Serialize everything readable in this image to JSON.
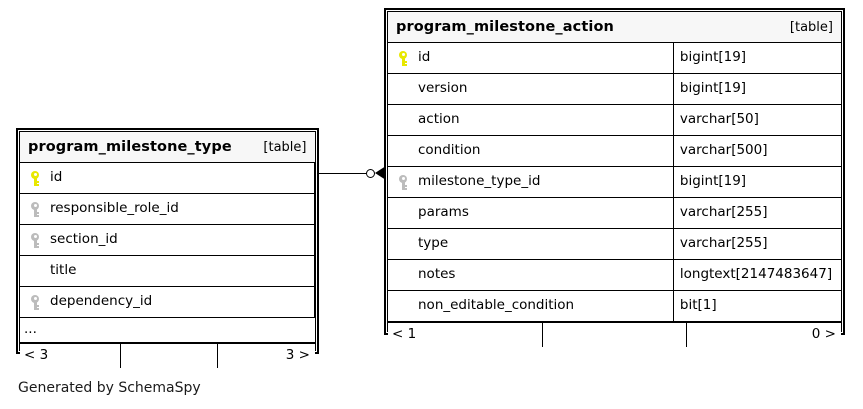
{
  "diagram": {
    "caption": "Generated by SchemaSpy",
    "background_color": "#ffffff",
    "border_color": "#000000",
    "header_background": "#f7f7f7",
    "primary_key_icon_color": "#e8e800",
    "foreign_key_icon_color": "#bcbcbc"
  },
  "tables": [
    {
      "id": "program_milestone_type",
      "name": "program_milestone_type",
      "type_tag": "[table]",
      "shows_types": false,
      "columns": [
        {
          "name": "id",
          "key": "primary",
          "key_icon": "key-icon-primary",
          "type": ""
        },
        {
          "name": "responsible_role_id",
          "key": "foreign",
          "key_icon": "key-icon-foreign",
          "type": ""
        },
        {
          "name": "section_id",
          "key": "foreign",
          "key_icon": "key-icon-foreign",
          "type": ""
        },
        {
          "name": "title",
          "key": "none",
          "key_icon": "",
          "type": ""
        },
        {
          "name": "dependency_id",
          "key": "foreign",
          "key_icon": "key-icon-foreign",
          "type": ""
        }
      ],
      "ellipsis": "...",
      "footer": {
        "left": "< 3",
        "middle": "",
        "right": "3 >"
      }
    },
    {
      "id": "program_milestone_action",
      "name": "program_milestone_action",
      "type_tag": "[table]",
      "shows_types": true,
      "columns": [
        {
          "name": "id",
          "key": "primary",
          "key_icon": "key-icon-primary",
          "type": "bigint[19]"
        },
        {
          "name": "version",
          "key": "none",
          "key_icon": "",
          "type": "bigint[19]"
        },
        {
          "name": "action",
          "key": "none",
          "key_icon": "",
          "type": "varchar[50]"
        },
        {
          "name": "condition",
          "key": "none",
          "key_icon": "",
          "type": "varchar[500]"
        },
        {
          "name": "milestone_type_id",
          "key": "foreign",
          "key_icon": "key-icon-foreign",
          "type": "bigint[19]"
        },
        {
          "name": "params",
          "key": "none",
          "key_icon": "",
          "type": "varchar[255]"
        },
        {
          "name": "type",
          "key": "none",
          "key_icon": "",
          "type": "varchar[255]"
        },
        {
          "name": "notes",
          "key": "none",
          "key_icon": "",
          "type": "longtext[2147483647]"
        },
        {
          "name": "non_editable_condition",
          "key": "none",
          "key_icon": "",
          "type": "bit[1]"
        }
      ],
      "ellipsis": null,
      "footer": {
        "left": "< 1",
        "middle": "",
        "right": "0 >"
      }
    }
  ],
  "relationships": [
    {
      "from_table": "program_milestone_type",
      "from_column": "id",
      "to_table": "program_milestone_action",
      "to_column": "milestone_type_id",
      "start_marker": "circle",
      "end_marker": "arrow"
    }
  ]
}
